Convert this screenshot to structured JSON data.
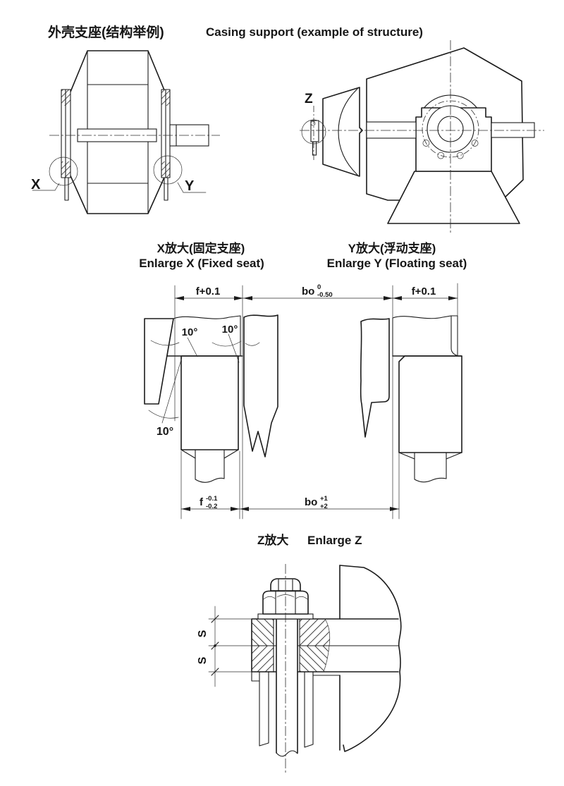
{
  "header": {
    "title_zh": "外壳支座(结构举例)",
    "title_en": "Casing support (example of structure)"
  },
  "front_view": {
    "detail_x_label": "X",
    "detail_y_label": "Y"
  },
  "side_view": {
    "detail_z_label": "Z"
  },
  "enlarge_x": {
    "title_zh": "X放大(固定支座)",
    "title_en": "Enlarge X (Fixed seat)",
    "angle_1": "10°",
    "angle_2": "10°",
    "angle_3": "10°"
  },
  "enlarge_y": {
    "title_zh": "Y放大(浮动支座)",
    "title_en": "Enlarge Y (Floating seat)"
  },
  "enlarge_z": {
    "title_zh": "Z放大",
    "title_en": "Enlarge Z",
    "dim_s_upper": "S",
    "dim_s_lower": "S"
  },
  "dimensions": {
    "top_left_f": "f+0.1",
    "top_bo_base": "bo",
    "top_bo_sup": "0",
    "top_bo_sub": "-0.50",
    "top_right_f": "f+0.1",
    "bottom_f_base": "f",
    "bottom_f_sup": "-0.1",
    "bottom_f_sub": "-0.2",
    "bottom_bo_base": "bo",
    "bottom_bo_sup": "+1",
    "bottom_bo_sub": "+2"
  },
  "colors": {
    "line": "#1b1b1b",
    "background": "#ffffff"
  }
}
